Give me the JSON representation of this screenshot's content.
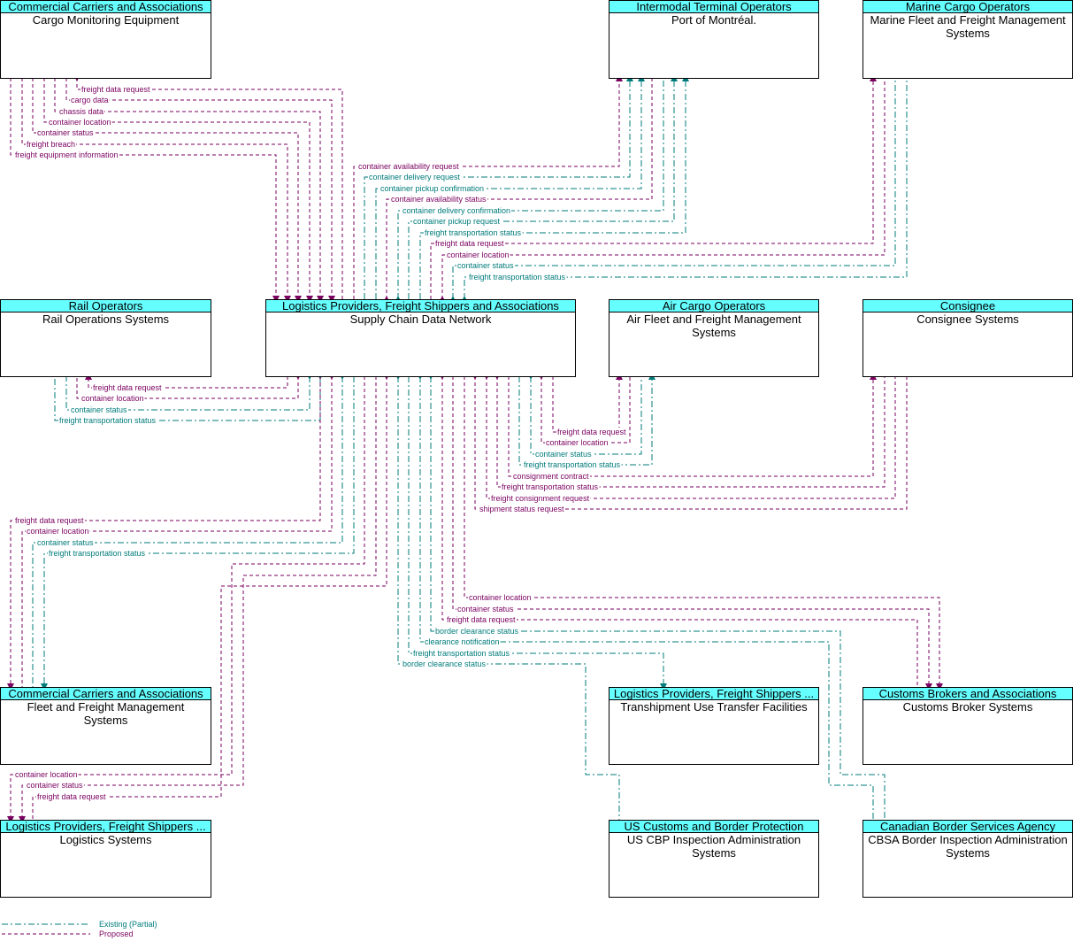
{
  "boxes": [
    {
      "id": "ccam",
      "owner": "Commercial Carriers and Associations",
      "system": [
        "Cargo Monitoring Equipment"
      ]
    },
    {
      "id": "itop",
      "owner": "Intermodal Terminal Operators",
      "system": [
        "Port of Montréal."
      ]
    },
    {
      "id": "mcop",
      "owner": "Marine Cargo Operators",
      "system": [
        "Marine Fleet and Freight Management",
        "Systems"
      ]
    },
    {
      "id": "rail",
      "owner": "Rail Operators",
      "system": [
        "Rail Operations Systems"
      ]
    },
    {
      "id": "scdn",
      "owner": "Logistics Providers, Freight Shippers and Associations",
      "system": [
        "Supply Chain Data Network"
      ]
    },
    {
      "id": "aco",
      "owner": "Air Cargo Operators",
      "system": [
        "Air Fleet and Freight Management",
        "Systems"
      ]
    },
    {
      "id": "cons",
      "owner": "Consignee",
      "system": [
        "Consignee Systems"
      ]
    },
    {
      "id": "ccfm",
      "owner": "Commercial Carriers and Associations",
      "system": [
        "Fleet and Freight Management",
        "Systems"
      ]
    },
    {
      "id": "tutf",
      "owner": "Logistics Providers, Freight Shippers ...",
      "system": [
        "Transhipment Use Transfer Facilities"
      ]
    },
    {
      "id": "cbs",
      "owner": "Customs Brokers and Associations",
      "system": [
        "Customs Broker Systems"
      ]
    },
    {
      "id": "logs",
      "owner": "Logistics Providers, Freight Shippers ...",
      "system": [
        "Logistics Systems"
      ]
    },
    {
      "id": "uscbp",
      "owner": "US Customs and Border Protection",
      "system": [
        "US CBP Inspection Administration",
        "Systems"
      ]
    },
    {
      "id": "cbsa",
      "owner": "Canadian Border Services Agency",
      "system": [
        "CBSA Border Inspection Administration",
        "Systems"
      ]
    }
  ],
  "flows": [
    {
      "label": "freight data request",
      "status": "proposed"
    },
    {
      "label": "cargo data",
      "status": "proposed"
    },
    {
      "label": "chassis data",
      "status": "proposed"
    },
    {
      "label": "container location",
      "status": "proposed"
    },
    {
      "label": "container status",
      "status": "proposed"
    },
    {
      "label": "freight breach",
      "status": "proposed"
    },
    {
      "label": "freight equipment information",
      "status": "proposed"
    },
    {
      "label": "container availability request",
      "status": "proposed"
    },
    {
      "label": "container delivery request",
      "status": "existing"
    },
    {
      "label": "container pickup confirmation",
      "status": "existing"
    },
    {
      "label": "container availability status",
      "status": "proposed"
    },
    {
      "label": "container delivery confirmation",
      "status": "existing"
    },
    {
      "label": "container pickup request",
      "status": "existing"
    },
    {
      "label": "freight transportation status",
      "status": "existing"
    },
    {
      "label": "freight data request",
      "status": "proposed"
    },
    {
      "label": "container location",
      "status": "proposed"
    },
    {
      "label": "container status",
      "status": "existing"
    },
    {
      "label": "freight transportation status",
      "status": "existing"
    },
    {
      "label": "freight data request",
      "status": "proposed"
    },
    {
      "label": "container location",
      "status": "proposed"
    },
    {
      "label": "container status",
      "status": "existing"
    },
    {
      "label": "freight transportation status",
      "status": "existing"
    },
    {
      "label": "freight data request",
      "status": "proposed"
    },
    {
      "label": "container location",
      "status": "proposed"
    },
    {
      "label": "container status",
      "status": "existing"
    },
    {
      "label": "freight transportation status",
      "status": "existing"
    },
    {
      "label": "consignment contract",
      "status": "proposed"
    },
    {
      "label": "freight transportation status",
      "status": "proposed"
    },
    {
      "label": "freight consignment request",
      "status": "proposed"
    },
    {
      "label": "shipment status request",
      "status": "proposed"
    },
    {
      "label": "freight data request",
      "status": "proposed"
    },
    {
      "label": "container location",
      "status": "proposed"
    },
    {
      "label": "container status",
      "status": "existing"
    },
    {
      "label": "freight transportation status",
      "status": "existing"
    },
    {
      "label": "container location",
      "status": "proposed"
    },
    {
      "label": "container status",
      "status": "proposed"
    },
    {
      "label": "freight data request",
      "status": "proposed"
    },
    {
      "label": "border clearance status",
      "status": "existing"
    },
    {
      "label": "clearance notification",
      "status": "existing"
    },
    {
      "label": "freight transportation status",
      "status": "existing"
    },
    {
      "label": "border clearance status",
      "status": "existing"
    },
    {
      "label": "container location",
      "status": "proposed"
    },
    {
      "label": "container status",
      "status": "proposed"
    },
    {
      "label": "freight data request",
      "status": "proposed"
    }
  ],
  "legend": {
    "existing": "Existing (Partial)",
    "proposed": "Proposed"
  },
  "colors": {
    "header": "#66ffff",
    "existing": "#007b7b",
    "proposed": "#7a0060"
  }
}
